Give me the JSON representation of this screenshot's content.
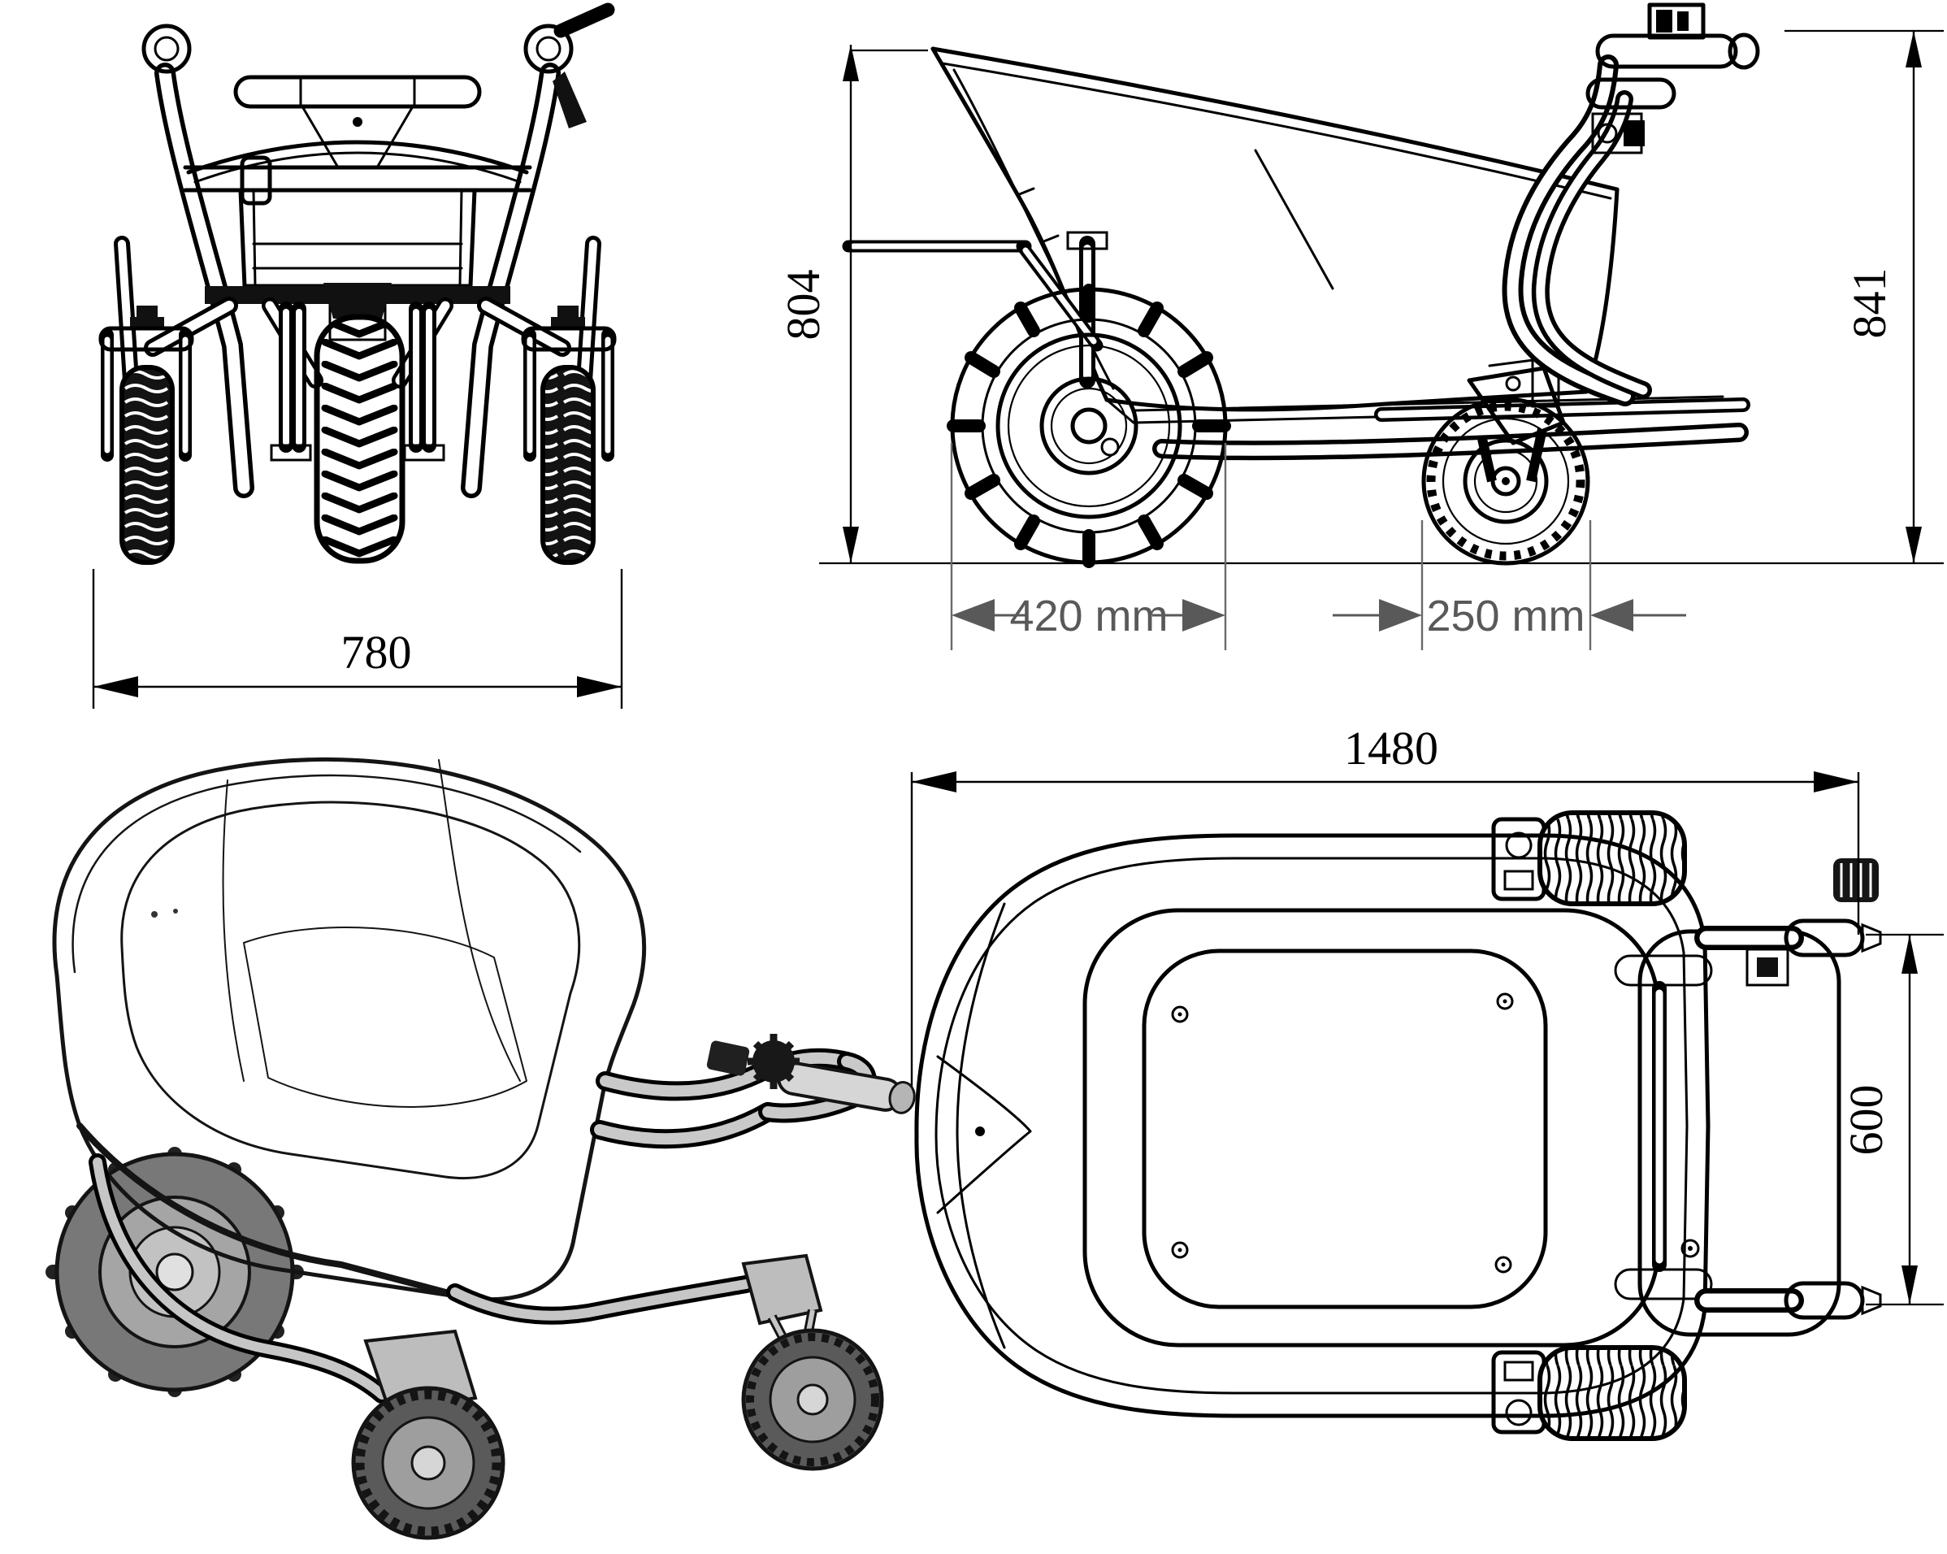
{
  "page": {
    "background": "#ffffff",
    "line_color": "#000000",
    "primary_dim_color": "#000000",
    "secondary_dim_color": "#595959"
  },
  "views": {
    "front": {
      "dims": {
        "overall_width": "780"
      }
    },
    "side": {
      "dims": {
        "bucket_height": "804",
        "handle_height": "841",
        "drive_wheel_diameter": "420 mm",
        "caster_wheel_diameter": "250 mm"
      }
    },
    "top": {
      "dims": {
        "overall_length": "1480",
        "handle_width": "600"
      }
    },
    "isometric": {}
  }
}
